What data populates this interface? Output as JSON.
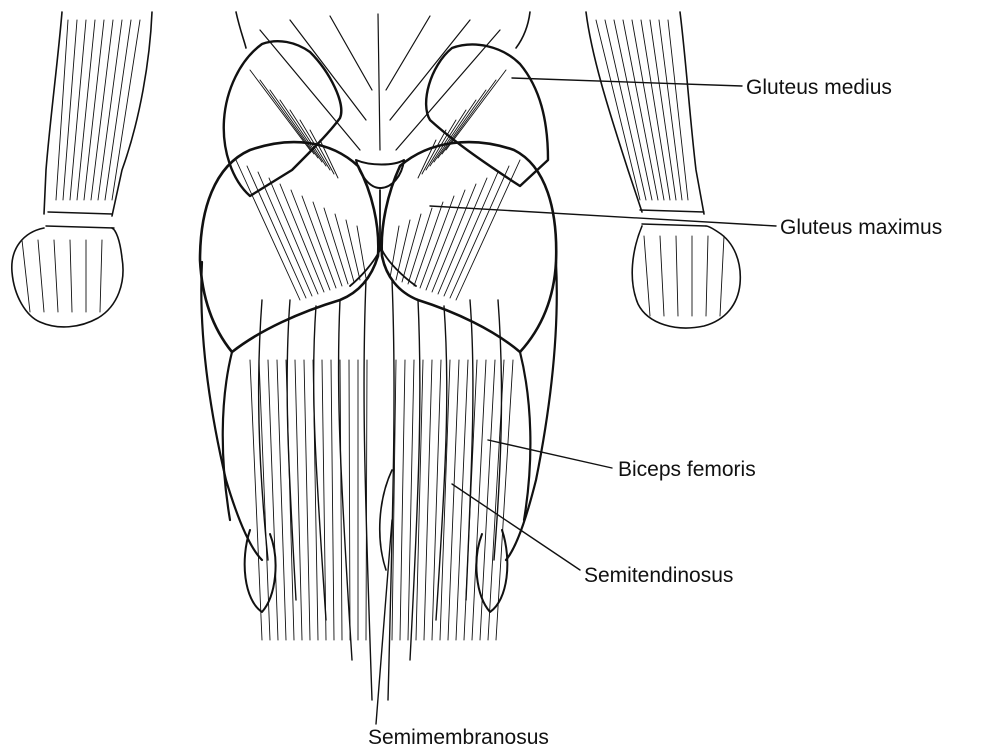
{
  "labels": {
    "gluteus_medius": "Gluteus medius",
    "gluteus_maximus": "Gluteus maximus",
    "biceps_femoris": "Biceps femoris",
    "semitendinosus": "Semitendinosus",
    "semimembranosus": "Semimembranosus"
  },
  "colors": {
    "line": "#111111",
    "background": "#ffffff"
  }
}
